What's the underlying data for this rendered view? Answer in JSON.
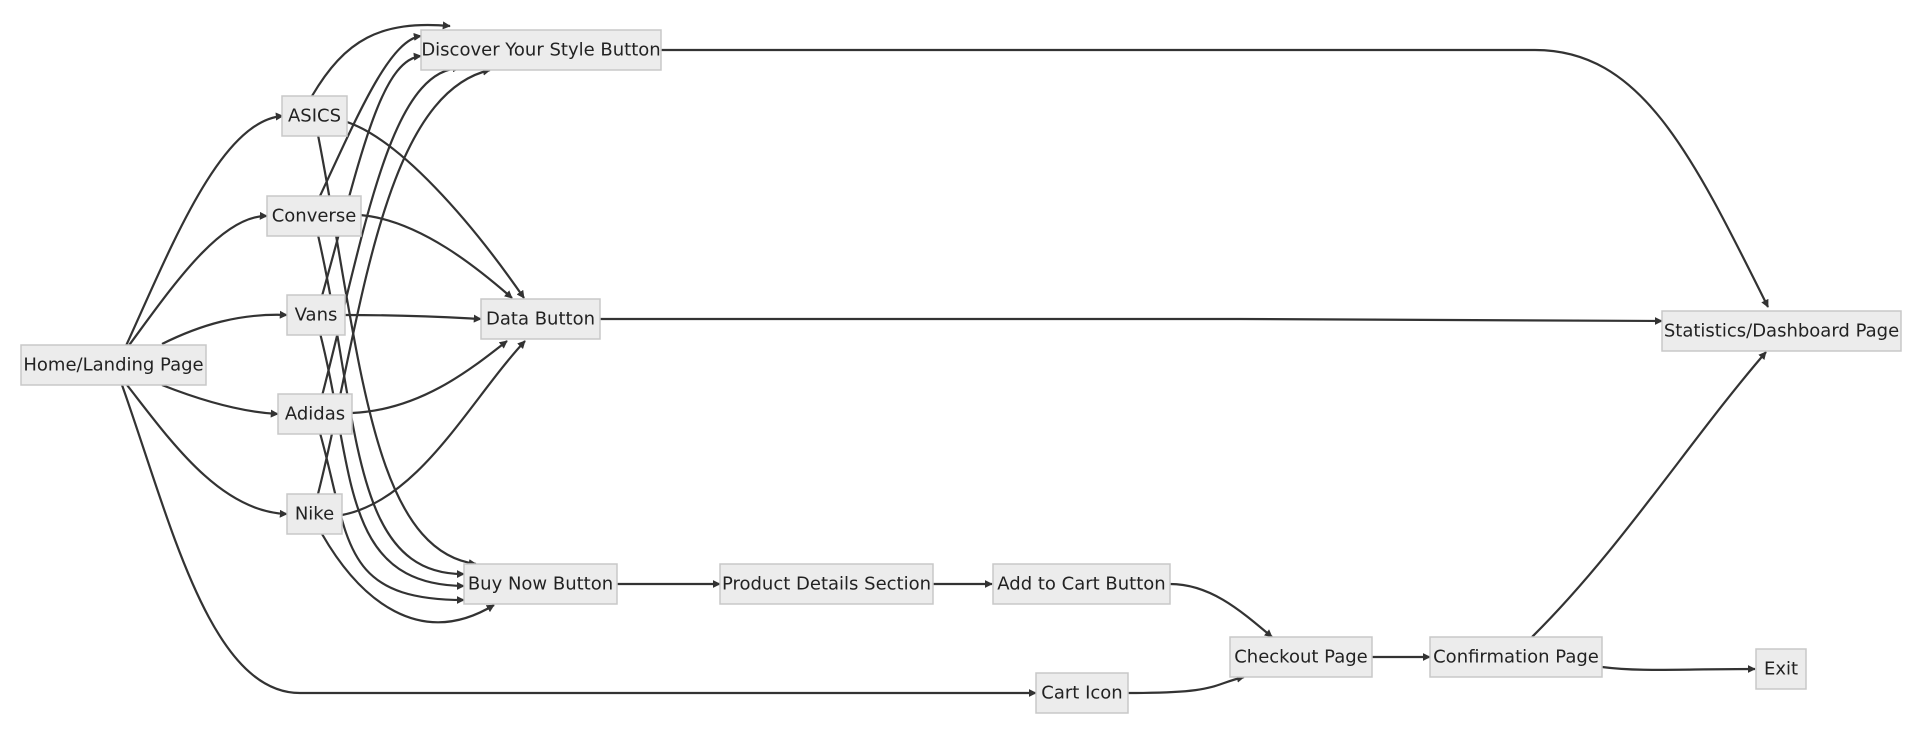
{
  "nodes": {
    "home": "Home/Landing Page",
    "asics": "ASICS",
    "converse": "Converse",
    "vans": "Vans",
    "adidas": "Adidas",
    "nike": "Nike",
    "discover": "Discover Your Style Button",
    "data": "Data Button",
    "buynow": "Buy Now Button",
    "product": "Product Details Section",
    "addcart": "Add to Cart Button",
    "carticon": "Cart Icon",
    "checkout": "Checkout Page",
    "confirm": "Confirmation Page",
    "exit": "Exit",
    "stats": "Statistics/Dashboard Page"
  },
  "edges": [
    [
      "home",
      "asics"
    ],
    [
      "home",
      "converse"
    ],
    [
      "home",
      "vans"
    ],
    [
      "home",
      "adidas"
    ],
    [
      "home",
      "nike"
    ],
    [
      "home",
      "carticon"
    ],
    [
      "asics",
      "discover"
    ],
    [
      "asics",
      "data"
    ],
    [
      "asics",
      "buynow"
    ],
    [
      "converse",
      "discover"
    ],
    [
      "converse",
      "data"
    ],
    [
      "converse",
      "buynow"
    ],
    [
      "vans",
      "discover"
    ],
    [
      "vans",
      "data"
    ],
    [
      "vans",
      "buynow"
    ],
    [
      "adidas",
      "discover"
    ],
    [
      "adidas",
      "data"
    ],
    [
      "adidas",
      "buynow"
    ],
    [
      "nike",
      "discover"
    ],
    [
      "nike",
      "data"
    ],
    [
      "nike",
      "buynow"
    ],
    [
      "discover",
      "stats"
    ],
    [
      "data",
      "stats"
    ],
    [
      "buynow",
      "product"
    ],
    [
      "product",
      "addcart"
    ],
    [
      "addcart",
      "checkout"
    ],
    [
      "carticon",
      "checkout"
    ],
    [
      "checkout",
      "confirm"
    ],
    [
      "confirm",
      "exit"
    ],
    [
      "confirm",
      "stats"
    ]
  ]
}
